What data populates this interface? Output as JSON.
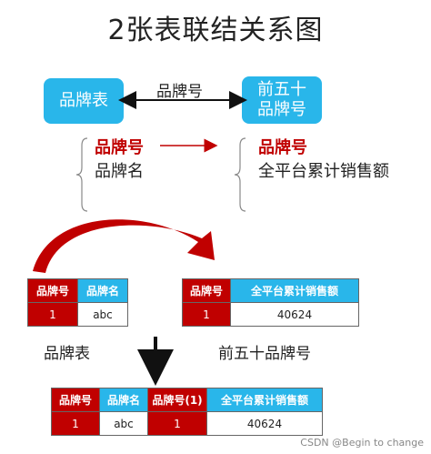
{
  "title": "2张表联结关系图",
  "left_box": "品牌表",
  "right_box": "前五十\n品牌号",
  "relation_label": "品牌号",
  "left_fields": {
    "key": "品牌号",
    "other": "品牌名"
  },
  "right_fields": {
    "key": "品牌号",
    "other": "全平台累计销售额"
  },
  "table_brand": {
    "headers": [
      "品牌号",
      "品牌名"
    ],
    "row": [
      "1",
      "abc"
    ],
    "caption": "品牌表"
  },
  "table_top50": {
    "headers": [
      "品牌号",
      "全平台累计销售额"
    ],
    "row": [
      "1",
      "40624"
    ],
    "caption": "前五十品牌号"
  },
  "table_joined": {
    "headers": [
      "品牌号",
      "品牌名",
      "品牌号(1)",
      "全平台累计销售额"
    ],
    "row": [
      "1",
      "abc",
      "1",
      "40624"
    ]
  },
  "watermark": "CSDN @Begin to change",
  "colors": {
    "blue": "#29b6ea",
    "red": "#c00000"
  }
}
